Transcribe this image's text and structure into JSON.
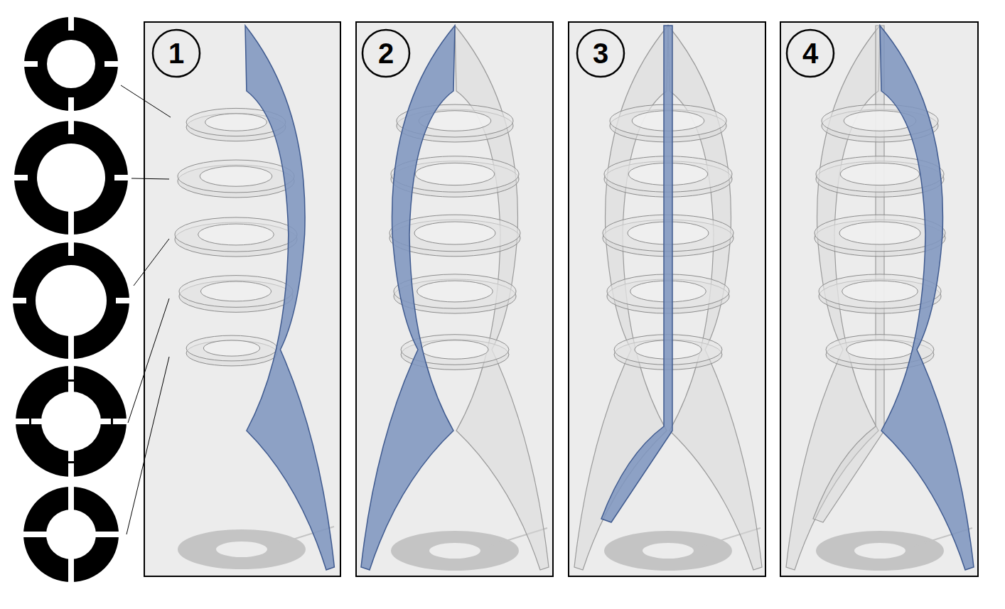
{
  "diagram": {
    "nodes": [
      {
        "text": [
          "1"
        ]
      },
      {
        "text": [
          "2"
        ]
      },
      {
        "text": [
          "3"
        ]
      },
      {
        "text": [
          "4"
        ]
      }
    ]
  }
}
